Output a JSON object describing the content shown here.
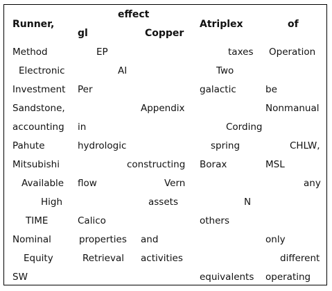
{
  "header": {
    "c1": "Runner,",
    "c2_top": "effect",
    "c2": "gl",
    "c3": "Copper",
    "c4": "Atriplex",
    "c5": "of"
  },
  "rows": [
    [
      "Method",
      "EP",
      "taxes",
      "Operation"
    ],
    [
      "Electronic",
      "AI",
      "Two"
    ],
    [
      "Investment",
      "Per",
      "galactic",
      "be"
    ],
    [
      "Sandstone,",
      "Appendix",
      "Nonmanual"
    ],
    [
      "accounting",
      "in",
      "Cording"
    ],
    [
      "Pahute",
      "hydrologic",
      "spring",
      "CHLW,"
    ],
    [
      "Mitsubishi",
      "constructing",
      "Borax",
      "MSL"
    ],
    [
      "Available",
      "flow",
      "Vern",
      "any"
    ],
    [
      "High",
      "assets",
      "N"
    ],
    [
      "TIME",
      "Calico",
      "others"
    ],
    [
      "Nominal",
      "properties",
      "and",
      "only"
    ],
    [
      "Equity",
      "Retrieval",
      "activities",
      "different"
    ],
    [
      "SW",
      "equivalents",
      "operating"
    ]
  ]
}
